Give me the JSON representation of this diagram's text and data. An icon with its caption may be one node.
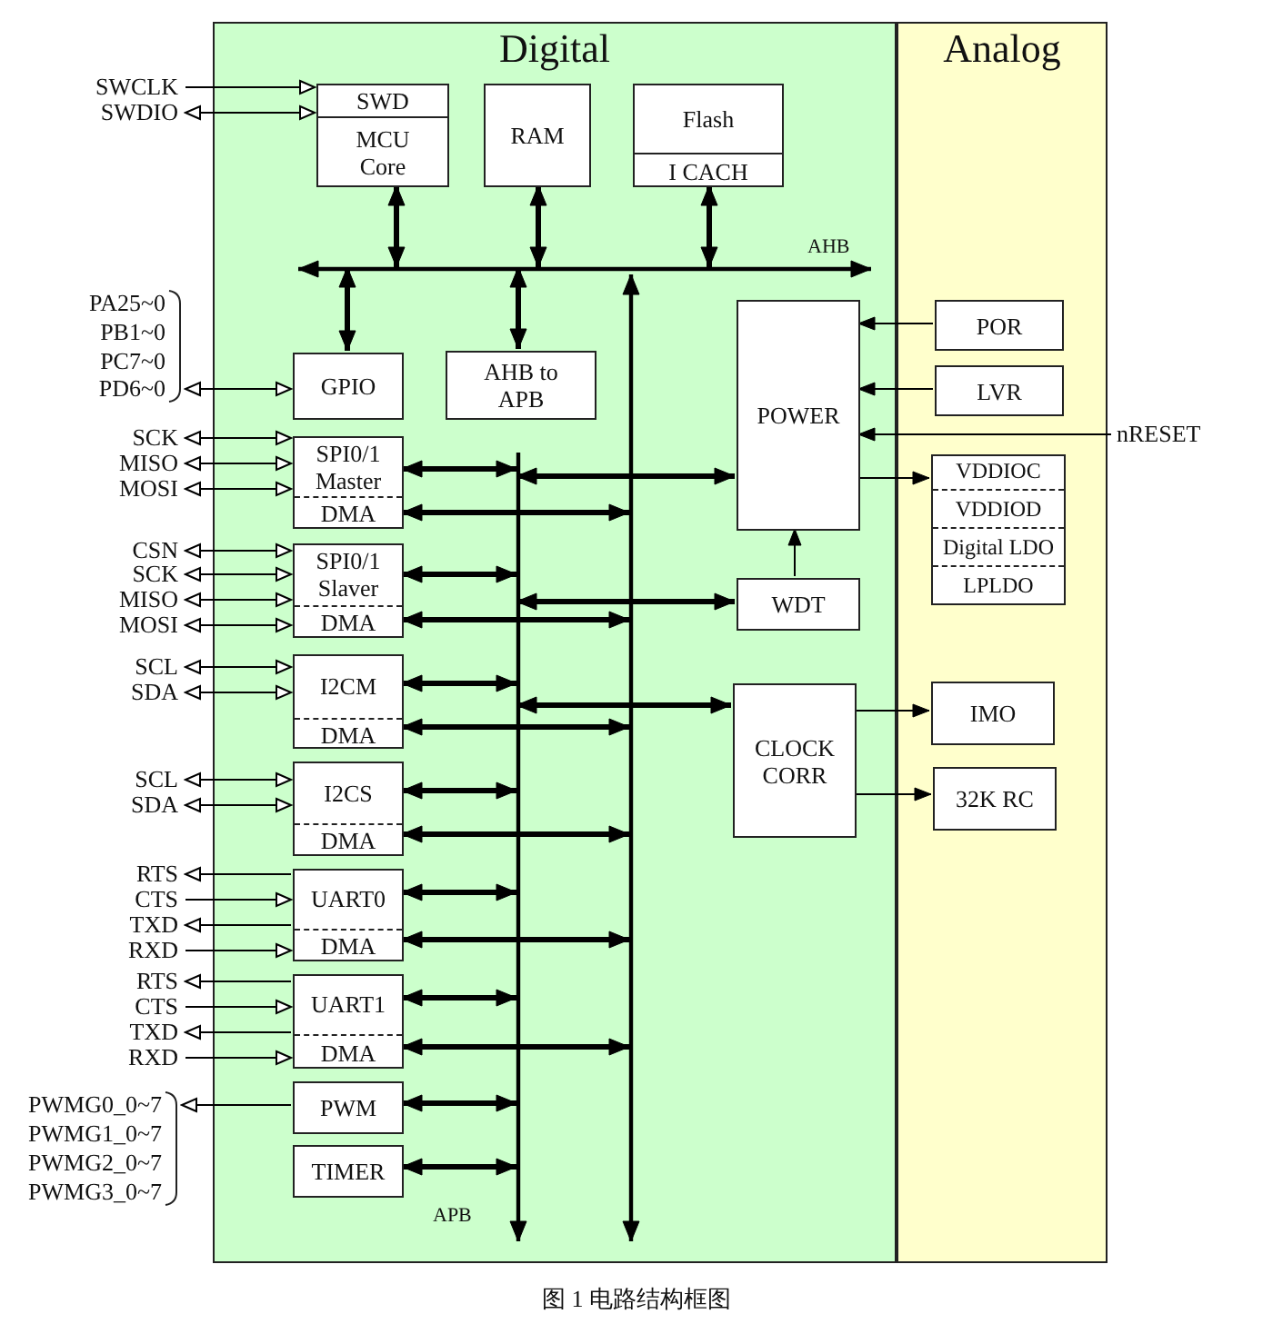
{
  "diagram": {
    "caption": "图 1 电路结构框图",
    "nodes": [
      {
        "text": [
          "Digital"
        ]
      },
      {
        "text": [
          "Analog"
        ]
      },
      {
        "text": [
          "SWD",
          "MCU Core"
        ],
        "in": 0
      },
      {
        "text": [
          "RAM"
        ],
        "in": 0
      },
      {
        "text": [
          "Flash",
          "I CACH"
        ],
        "in": 0
      },
      {
        "text": [],
        "shape": "bar",
        "beside": [
          "AHB"
        ],
        "in": 0
      },
      {
        "text": [
          "GPIO"
        ],
        "in": 0
      },
      {
        "text": [
          "AHB to APB"
        ],
        "in": 0
      },
      {
        "text": [
          "POWER"
        ],
        "in": 0
      },
      {
        "text": [],
        "shape": "bar",
        "beside": [
          "APB"
        ],
        "in": 0
      },
      {
        "text": [],
        "shape": "bar",
        "in": 0
      },
      {
        "text": [
          "SPI0/1 Master",
          "DMA"
        ],
        "in": 0
      },
      {
        "text": [
          "SPI0/1 Slaver",
          "DMA"
        ],
        "in": 0
      },
      {
        "text": [
          "WDT"
        ],
        "in": 0
      },
      {
        "text": [
          "I2CM",
          "DMA"
        ],
        "in": 0
      },
      {
        "text": [
          "CLOCK CORR"
        ],
        "in": 0
      },
      {
        "text": [
          "I2CS",
          "DMA"
        ],
        "in": 0
      },
      {
        "text": [
          "UART0",
          "DMA"
        ],
        "in": 0
      },
      {
        "text": [
          "UART1",
          "DMA"
        ],
        "in": 0
      },
      {
        "text": [
          "PWM"
        ],
        "in": 0
      },
      {
        "text": [
          "TIMER"
        ],
        "in": 0
      },
      {
        "text": [
          "POR"
        ],
        "in": 1
      },
      {
        "text": [
          "LVR"
        ],
        "in": 1
      },
      {
        "text": [
          "VDDIOC",
          "VDDIOD",
          "Digital LDO",
          "LPLDO"
        ],
        "in": 1
      },
      {
        "text": [
          "IMO"
        ],
        "in": 1
      },
      {
        "text": [
          "32K RC"
        ],
        "in": 1
      },
      {
        "text": [
          "nRESET"
        ]
      },
      {
        "text": [
          "SWCLK"
        ]
      },
      {
        "text": [
          "SWDIO"
        ]
      },
      {
        "text": [
          "PA25~0",
          "PB1~0",
          "PC7~0",
          "PD6~0"
        ]
      },
      {
        "text": [
          "SCK"
        ]
      },
      {
        "text": [
          "MISO"
        ]
      },
      {
        "text": [
          "MOSI"
        ]
      },
      {
        "text": [
          "CSN"
        ]
      },
      {
        "text": [
          "SCK"
        ]
      },
      {
        "text": [
          "MISO"
        ]
      },
      {
        "text": [
          "MOSI"
        ]
      },
      {
        "text": [
          "SCL"
        ]
      },
      {
        "text": [
          "SDA"
        ]
      },
      {
        "text": [
          "SCL"
        ]
      },
      {
        "text": [
          "SDA"
        ]
      },
      {
        "text": [
          "RTS"
        ]
      },
      {
        "text": [
          "CTS"
        ]
      },
      {
        "text": [
          "TXD"
        ]
      },
      {
        "text": [
          "RXD"
        ]
      },
      {
        "text": [
          "RTS"
        ]
      },
      {
        "text": [
          "CTS"
        ]
      },
      {
        "text": [
          "TXD"
        ]
      },
      {
        "text": [
          "RXD"
        ]
      },
      {
        "text": [
          "PWMG0_0~7",
          "PWMG1_0~7",
          "PWMG2_0~7",
          "PWMG3_0~7"
        ]
      }
    ],
    "edges": [
      {
        "from": 2,
        "to": 5,
        "arrow": "both",
        "style": "thick"
      },
      {
        "from": 3,
        "to": 5,
        "arrow": "both",
        "style": "thick"
      },
      {
        "from": 4,
        "to": 5,
        "arrow": "both",
        "style": "thick"
      },
      {
        "from": 5,
        "to": 6,
        "arrow": "both",
        "style": "thick"
      },
      {
        "from": 5,
        "to": 7,
        "arrow": "both",
        "style": "thick"
      },
      {
        "from": 11,
        "to": 9,
        "arrow": "both",
        "style": "thick"
      },
      {
        "from": 9,
        "to": 8,
        "arrow": "both",
        "style": "thick"
      },
      {
        "from": 11,
        "to": 10,
        "arrow": "both",
        "style": "thick"
      },
      {
        "from": 12,
        "to": 9,
        "arrow": "both",
        "style": "thick"
      },
      {
        "from": 9,
        "to": 13,
        "arrow": "both",
        "style": "thick"
      },
      {
        "from": 12,
        "to": 10,
        "arrow": "both",
        "style": "thick"
      },
      {
        "from": 14,
        "to": 9,
        "arrow": "both",
        "style": "thick"
      },
      {
        "from": 9,
        "to": 15,
        "arrow": "both",
        "style": "thick"
      },
      {
        "from": 14,
        "to": 10,
        "arrow": "both",
        "style": "thick"
      },
      {
        "from": 16,
        "to": 9,
        "arrow": "both",
        "style": "thick"
      },
      {
        "from": 16,
        "to": 10,
        "arrow": "both",
        "style": "thick"
      },
      {
        "from": 17,
        "to": 9,
        "arrow": "both",
        "style": "thick"
      },
      {
        "from": 17,
        "to": 10,
        "arrow": "both",
        "style": "thick"
      },
      {
        "from": 18,
        "to": 9,
        "arrow": "both",
        "style": "thick"
      },
      {
        "from": 18,
        "to": 10,
        "arrow": "both",
        "style": "thick"
      },
      {
        "from": 19,
        "to": 9,
        "arrow": "both",
        "style": "thick"
      },
      {
        "from": 20,
        "to": 9,
        "arrow": "both",
        "style": "thick"
      },
      {
        "from": 21,
        "to": 8,
        "arrow": "to"
      },
      {
        "from": 22,
        "to": 8,
        "arrow": "to"
      },
      {
        "from": 26,
        "to": 8,
        "arrow": "to"
      },
      {
        "from": 8,
        "to": 23,
        "arrow": "to"
      },
      {
        "from": 13,
        "to": 8,
        "arrow": "to"
      },
      {
        "from": 15,
        "to": 24,
        "arrow": "to"
      },
      {
        "from": 15,
        "to": 25,
        "arrow": "to"
      },
      {
        "from": 27,
        "to": 2,
        "arrow": "to"
      },
      {
        "from": 28,
        "to": 2,
        "arrow": "both"
      },
      {
        "from": 29,
        "to": 6,
        "arrow": "both"
      },
      {
        "from": 30,
        "to": 11,
        "arrow": "both"
      },
      {
        "from": 31,
        "to": 11,
        "arrow": "both"
      },
      {
        "from": 32,
        "to": 11,
        "arrow": "both"
      },
      {
        "from": 33,
        "to": 12,
        "arrow": "both"
      },
      {
        "from": 34,
        "to": 12,
        "arrow": "both"
      },
      {
        "from": 35,
        "to": 12,
        "arrow": "both"
      },
      {
        "from": 36,
        "to": 12,
        "arrow": "both"
      },
      {
        "from": 37,
        "to": 14,
        "arrow": "both"
      },
      {
        "from": 38,
        "to": 14,
        "arrow": "both"
      },
      {
        "from": 39,
        "to": 16,
        "arrow": "both"
      },
      {
        "from": 40,
        "to": 16,
        "arrow": "both"
      },
      {
        "from": 17,
        "to": 41,
        "arrow": "to"
      },
      {
        "from": 42,
        "to": 17,
        "arrow": "to"
      },
      {
        "from": 17,
        "to": 43,
        "arrow": "to"
      },
      {
        "from": 44,
        "to": 17,
        "arrow": "to"
      },
      {
        "from": 18,
        "to": 45,
        "arrow": "to"
      },
      {
        "from": 46,
        "to": 18,
        "arrow": "to"
      },
      {
        "from": 18,
        "to": 47,
        "arrow": "to"
      },
      {
        "from": 48,
        "to": 18,
        "arrow": "to"
      },
      {
        "from": 19,
        "to": 49,
        "arrow": "to"
      }
    ]
  }
}
